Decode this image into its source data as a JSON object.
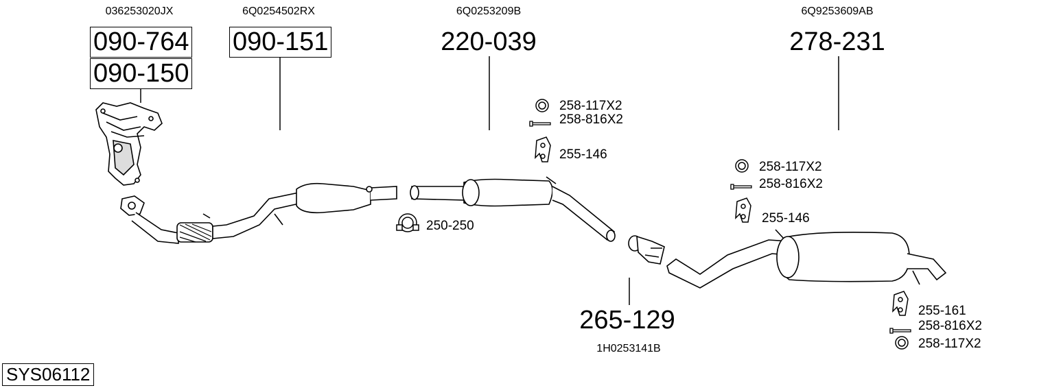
{
  "system_code": "SYS06112",
  "oem_numbers": {
    "manifold": "036253020JX",
    "front_pipe": "6Q0254502RX",
    "middle": "6Q0253209B",
    "rear": "6Q9253609AB",
    "connector": "1H0253141B"
  },
  "parts": {
    "manifold_upper": "090-764",
    "manifold_lower": "090-150",
    "front_pipe": "090-151",
    "middle_silencer": "220-039",
    "rear_silencer": "278-231",
    "connector": "265-129"
  },
  "accessories": {
    "clamp": "250-250",
    "mid_ring": "258-117X2",
    "mid_bolt": "258-816X2",
    "mid_hanger": "255-146",
    "rear_ring": "258-117X2",
    "rear_bolt": "258-816X2",
    "rear_hanger": "255-146",
    "tail_hanger": "255-161",
    "tail_bolt": "258-816X2",
    "tail_ring": "258-117X2"
  },
  "icons": [
    "manifold-icon",
    "front-pipe-icon",
    "middle-silencer-icon",
    "connector-icon",
    "rear-silencer-icon",
    "clamp-icon",
    "ring-icon",
    "bolt-icon",
    "hanger-icon"
  ]
}
